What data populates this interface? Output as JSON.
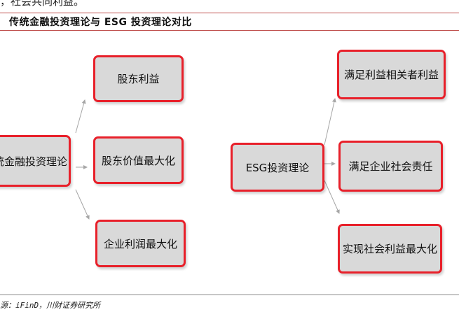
{
  "top_fragment": "，社会共同利益。",
  "title": "传统金融投资理论与 ESG 投资理论对比",
  "source": "源：iFinD，川财证券研究所",
  "left": {
    "root": "统金融投资理论",
    "targets": [
      "股东利益",
      "股东价值最大化",
      "企业利润最大化"
    ]
  },
  "right": {
    "root": "ESG投资理论",
    "targets": [
      "满足利益相关者利益",
      "满足企业社会责任",
      "实现社会利益最大化"
    ]
  },
  "colors": {
    "box_border": "#e8202a",
    "box_fill": "#d9d9d9",
    "rule": "#c0504d",
    "arrow": "#a6a6a6"
  }
}
